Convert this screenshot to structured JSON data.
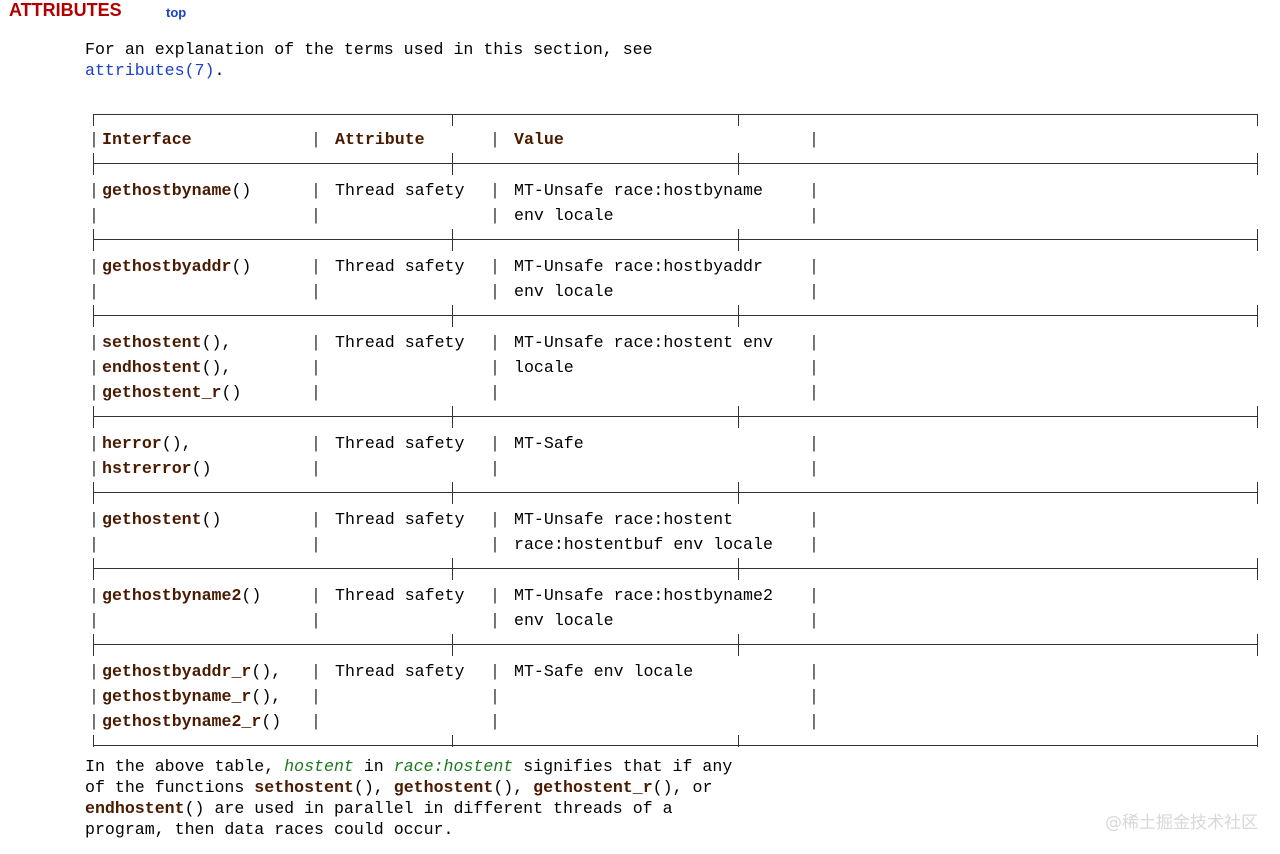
{
  "heading": "ATTRIBUTES",
  "top_link": "top",
  "intro": {
    "line1": "For an explanation of the terms used in this section, see",
    "link": "attributes(7)",
    "after_link": "."
  },
  "table": {
    "headers": [
      "Interface",
      "Attribute",
      "Value"
    ],
    "rows": [
      {
        "interface": [
          [
            "gethostbyname",
            "()"
          ]
        ],
        "attribute": "Thread safety",
        "value": [
          "MT-Unsafe race:hostbyname",
          "env locale"
        ]
      },
      {
        "interface": [
          [
            "gethostbyaddr",
            "()"
          ]
        ],
        "attribute": "Thread safety",
        "value": [
          "MT-Unsafe race:hostbyaddr",
          "env locale"
        ]
      },
      {
        "interface": [
          [
            "sethostent",
            "(),"
          ],
          [
            "endhostent",
            "(),"
          ],
          [
            "gethostent_r",
            "()"
          ]
        ],
        "attribute": "Thread safety",
        "value": [
          "MT-Unsafe race:hostent env",
          "locale"
        ]
      },
      {
        "interface": [
          [
            "herror",
            "(),"
          ],
          [
            "hstrerror",
            "()"
          ]
        ],
        "attribute": "Thread safety",
        "value": [
          "MT-Safe"
        ]
      },
      {
        "interface": [
          [
            "gethostent",
            "()"
          ]
        ],
        "attribute": "Thread safety",
        "value": [
          "MT-Unsafe race:hostent",
          "race:hostentbuf env locale"
        ]
      },
      {
        "interface": [
          [
            "gethostbyname2",
            "()"
          ]
        ],
        "attribute": "Thread safety",
        "value": [
          "MT-Unsafe race:hostbyname2",
          "env locale"
        ]
      },
      {
        "interface": [
          [
            "gethostbyaddr_r",
            "(),"
          ],
          [
            "gethostbyname_r",
            "(),"
          ],
          [
            "gethostbyname2_r",
            "()"
          ]
        ],
        "attribute": "Thread safety",
        "value": [
          "MT-Safe env locale"
        ]
      }
    ]
  },
  "outro": {
    "p1": "In the above table, ",
    "i1": "hostent",
    "p2": " in ",
    "i2": "race:hostent",
    "p3": " signifies that if any",
    "p4": "of the functions ",
    "b1": "sethostent",
    "p5": "(), ",
    "b2": "gethostent",
    "p6": "(), ",
    "b3": "gethostent_r",
    "p7": "(), or",
    "b4": "endhostent",
    "p8": "() are used in parallel in different threads of a",
    "p9": "program, then data races could occur."
  },
  "watermark": "@稀土掘金技术社区"
}
